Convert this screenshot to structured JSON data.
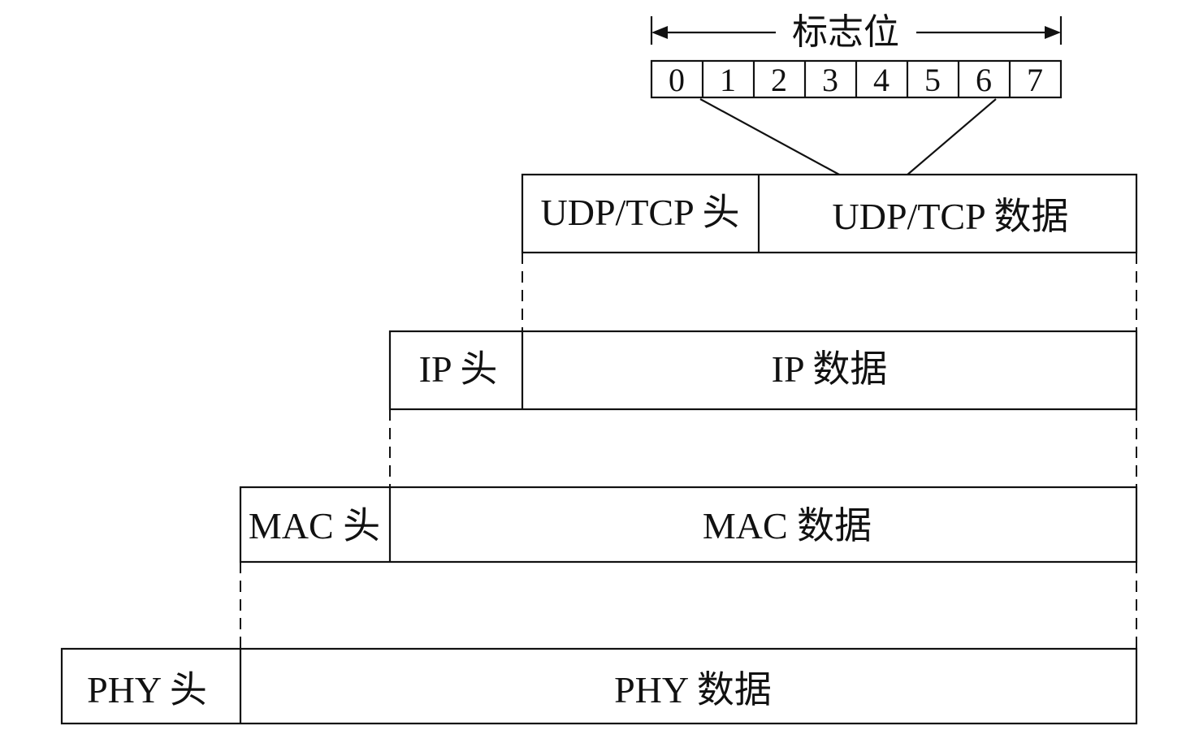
{
  "flag_field": {
    "title": "标志位",
    "bits": [
      "0",
      "1",
      "2",
      "3",
      "4",
      "5",
      "6",
      "7"
    ]
  },
  "layers": [
    {
      "id": "udp-tcp",
      "header": "UDP/TCP 头",
      "payload": "UDP/TCP 数据"
    },
    {
      "id": "ip",
      "header": "IP 头",
      "payload": "IP 数据"
    },
    {
      "id": "mac",
      "header": "MAC 头",
      "payload": "MAC 数据"
    },
    {
      "id": "phy",
      "header": "PHY 头",
      "payload": "PHY 数据"
    }
  ]
}
